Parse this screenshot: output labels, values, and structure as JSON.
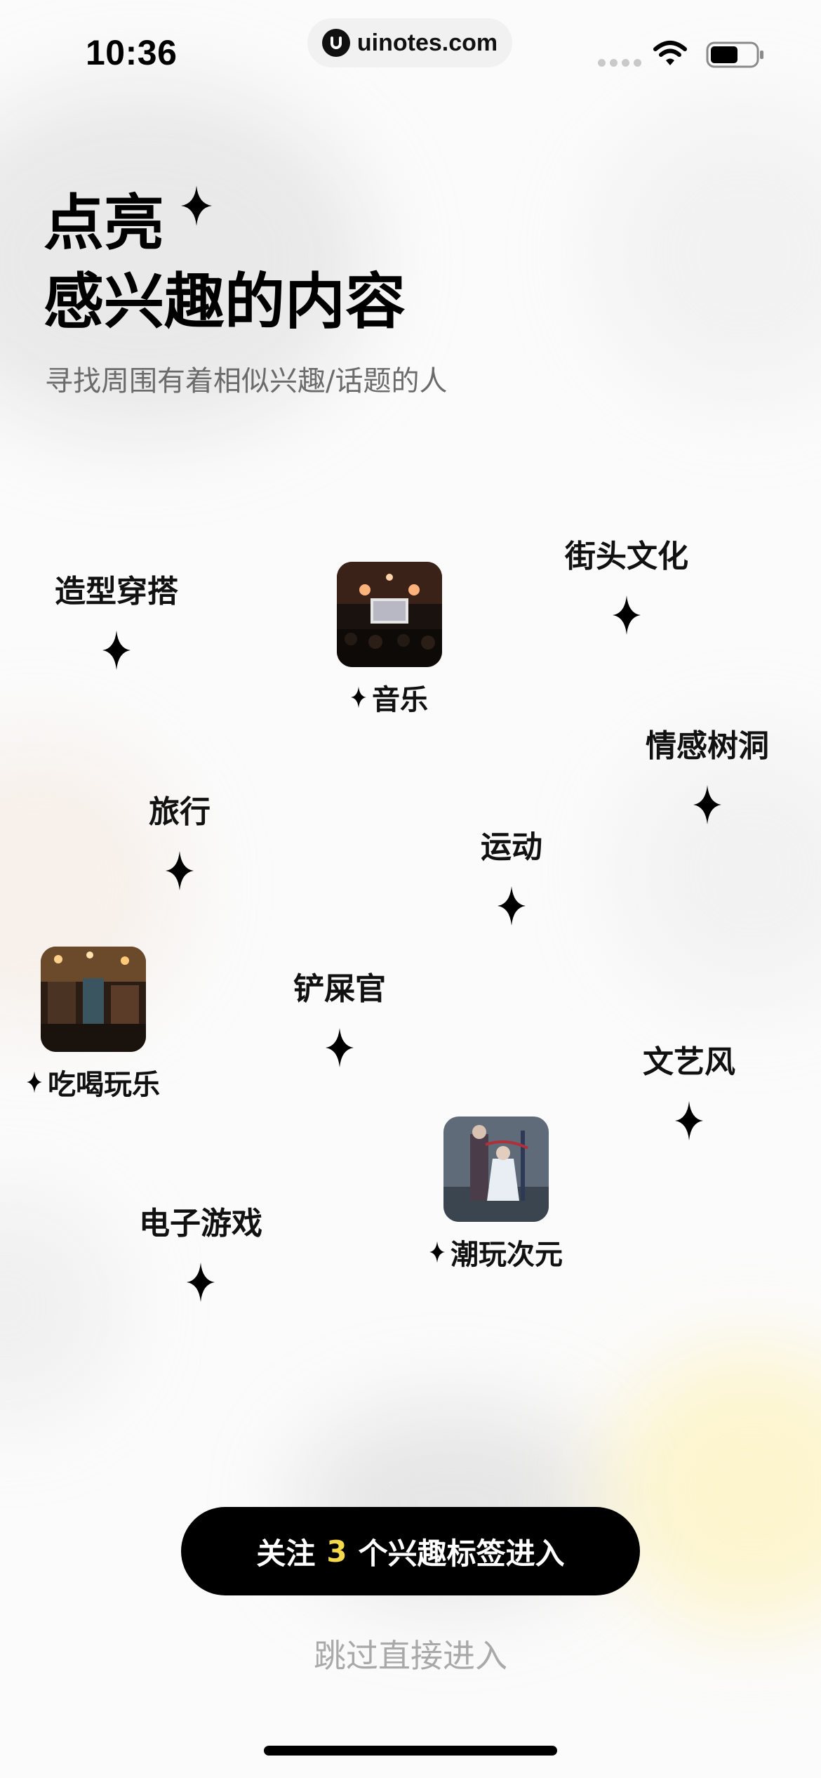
{
  "status_bar": {
    "time": "10:36",
    "url": "uinotes.com",
    "icons": [
      "signal-icon",
      "wifi-icon",
      "battery-icon"
    ]
  },
  "header": {
    "title_line1": "点亮",
    "title_line2": "感兴趣的内容",
    "subtitle": "寻找周围有着相似兴趣/话题的人"
  },
  "topics": {
    "styling": "造型穿搭",
    "street_culture": "街头文化",
    "emotional": "情感树洞",
    "travel": "旅行",
    "sports": "运动",
    "poop_officer": "铲屎官",
    "literary": "文艺风",
    "video_games": "电子游戏"
  },
  "photo_topics": {
    "music": "音乐",
    "food_fun": "吃喝玩乐",
    "acg_toys": "潮玩次元"
  },
  "footer": {
    "cta_prefix": "关注",
    "cta_count": "3",
    "cta_suffix": "个兴趣标签进入",
    "skip": "跳过直接进入"
  },
  "colors": {
    "accent": "#f6d94a",
    "button_bg": "#000000",
    "skip_text": "#a9a9a9"
  }
}
